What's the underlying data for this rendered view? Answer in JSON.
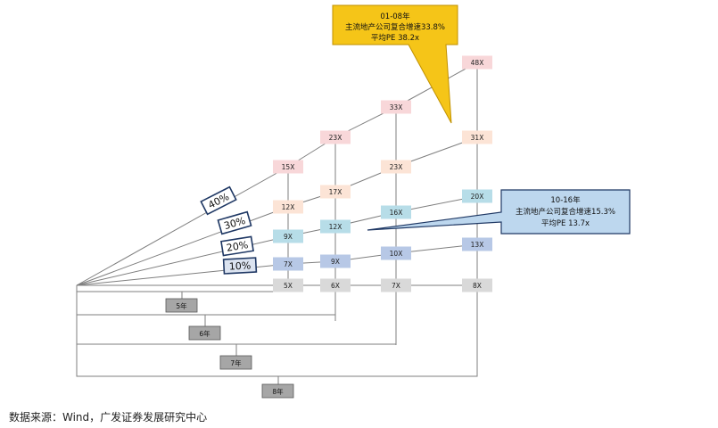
{
  "growth_rates": [
    "10%",
    "20%",
    "30%",
    "40%"
  ],
  "multiples": {
    "r10": [
      "7X",
      "9X",
      "10X",
      "13X"
    ],
    "r20": [
      "9X",
      "12X",
      "16X",
      "20X"
    ],
    "r30": [
      "12X",
      "17X",
      "23X",
      "31X"
    ],
    "r40": [
      "15X",
      "23X",
      "33X",
      "48X"
    ],
    "base": [
      "5X",
      "6X",
      "7X",
      "8X"
    ]
  },
  "periods": [
    "5年",
    "6年",
    "7年",
    "8年"
  ],
  "callouts": {
    "c1": {
      "line1": "01-08年",
      "line2": "主流地产公司复合增速33.8%",
      "line3": "平均PE 38.2x"
    },
    "c2": {
      "line1": "10-16年",
      "line2": "主流地产公司复合增速15.3%",
      "line3": "平均PE 13.7x"
    }
  },
  "colors": {
    "r10": "#b7c8e6",
    "r20": "#b7dde8",
    "r30": "#fce4d6",
    "r40": "#f8d7d9",
    "base": "#d9d9d9",
    "period": "#a6a6a6",
    "rate_border": "#1f3864",
    "callout1_fill": "#f5c518",
    "callout2_fill": "#bdd7ee",
    "line": "#7f7f7f"
  },
  "source": "数据来源：Wind，广发证券发展研究中心"
}
